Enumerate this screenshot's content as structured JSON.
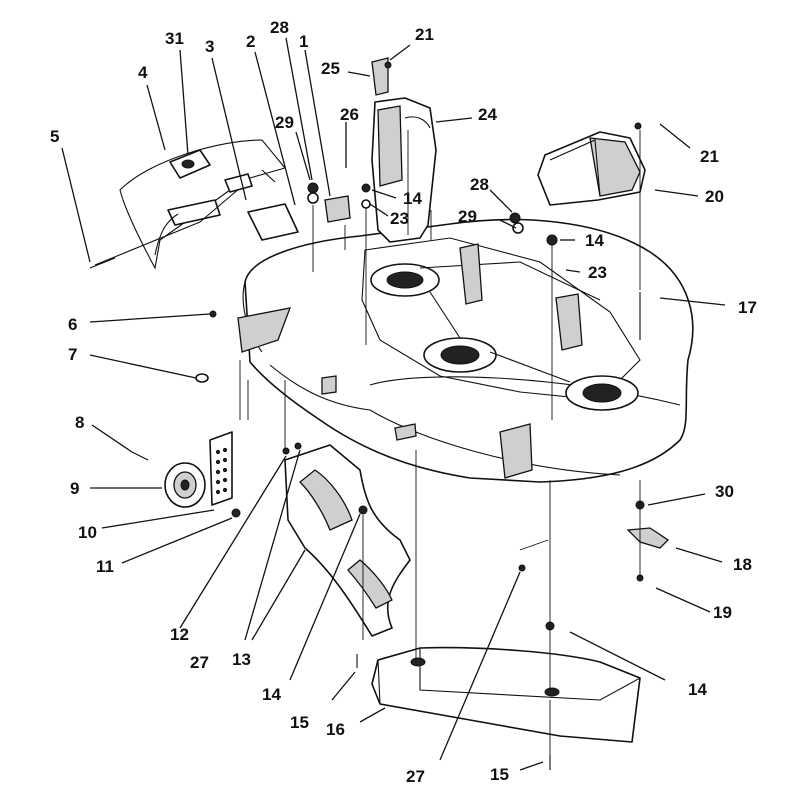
{
  "callouts": [
    {
      "id": "c31",
      "text": "31"
    },
    {
      "id": "c4",
      "text": "4"
    },
    {
      "id": "c3",
      "text": "3"
    },
    {
      "id": "c2",
      "text": "2"
    },
    {
      "id": "c28a",
      "text": "28"
    },
    {
      "id": "c1",
      "text": "1"
    },
    {
      "id": "c21a",
      "text": "21"
    },
    {
      "id": "c25",
      "text": "25"
    },
    {
      "id": "c24",
      "text": "24"
    },
    {
      "id": "c5",
      "text": "5"
    },
    {
      "id": "c29a",
      "text": "29"
    },
    {
      "id": "c26",
      "text": "26"
    },
    {
      "id": "c21b",
      "text": "21"
    },
    {
      "id": "c14a",
      "text": "14"
    },
    {
      "id": "c23a",
      "text": "23"
    },
    {
      "id": "c28b",
      "text": "28"
    },
    {
      "id": "c20",
      "text": "20"
    },
    {
      "id": "c29b",
      "text": "29"
    },
    {
      "id": "c14b",
      "text": "14"
    },
    {
      "id": "c23b",
      "text": "23"
    },
    {
      "id": "c17",
      "text": "17"
    },
    {
      "id": "c6",
      "text": "6"
    },
    {
      "id": "c7",
      "text": "7"
    },
    {
      "id": "c8",
      "text": "8"
    },
    {
      "id": "c9",
      "text": "9"
    },
    {
      "id": "c30",
      "text": "30"
    },
    {
      "id": "c10",
      "text": "10"
    },
    {
      "id": "c11",
      "text": "11"
    },
    {
      "id": "c18",
      "text": "18"
    },
    {
      "id": "c19",
      "text": "19"
    },
    {
      "id": "c12",
      "text": "12"
    },
    {
      "id": "c13",
      "text": "13"
    },
    {
      "id": "c27a",
      "text": "27"
    },
    {
      "id": "c14c",
      "text": "14"
    },
    {
      "id": "c14d",
      "text": "14"
    },
    {
      "id": "c15a",
      "text": "15"
    },
    {
      "id": "c16",
      "text": "16"
    },
    {
      "id": "c27b",
      "text": "27"
    },
    {
      "id": "c15b",
      "text": "15"
    }
  ]
}
